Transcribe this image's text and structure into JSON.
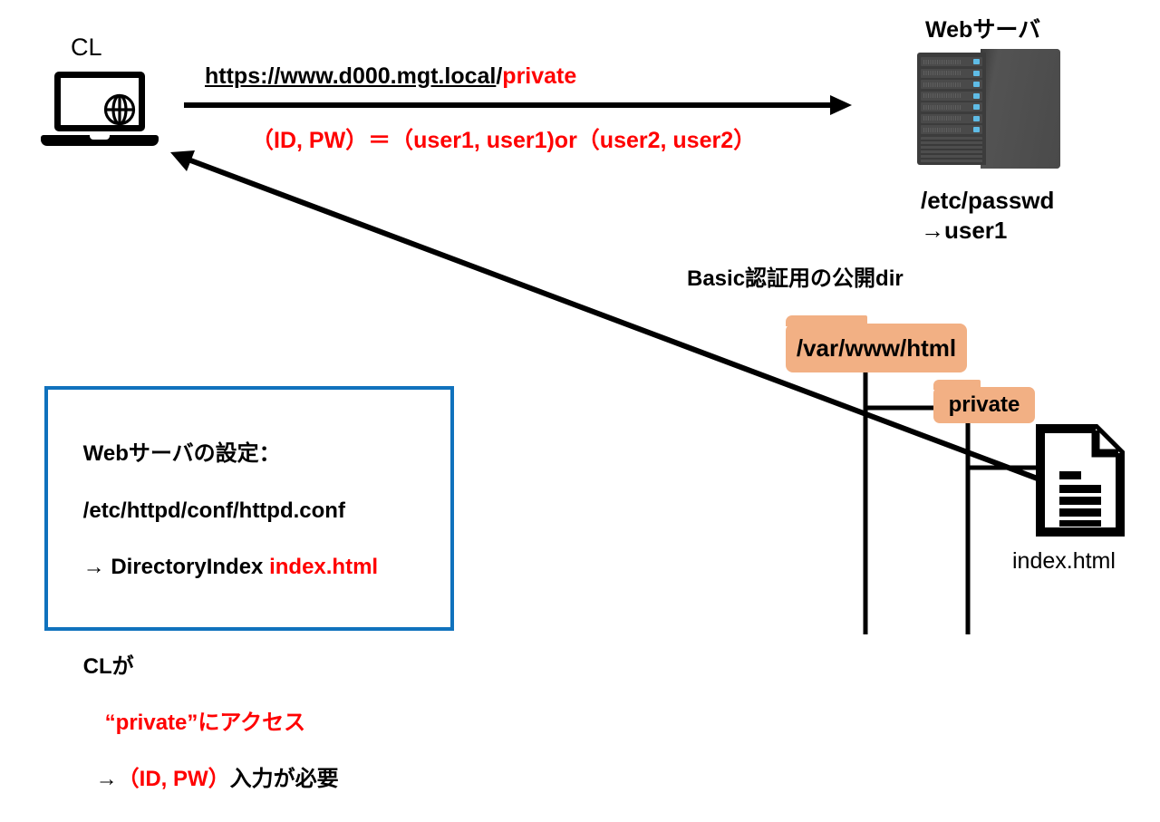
{
  "client": {
    "label": "CL",
    "icon": "laptop-globe-icon"
  },
  "server": {
    "label": "Webサーバ",
    "icon": "server-rack-icon",
    "note_line1": "/etc/passwd",
    "note_line2": "→user1"
  },
  "request": {
    "url_base": "https://www.d000.mgt.local",
    "url_sep": "/",
    "url_path": "private",
    "credentials": "（ID, PW）＝（user1, user1)or（user2, user2）"
  },
  "tree": {
    "caption": "Basic認証用の公開dir",
    "folders": [
      {
        "name": "/var/www/html"
      },
      {
        "name": "private"
      }
    ],
    "file": {
      "name": "index.html",
      "icon": "document-icon"
    }
  },
  "info_box": {
    "line1": "Webサーバの設定：",
    "line2": "/etc/httpd/conf/httpd.conf",
    "line3_prefix": "→ DirectoryIndex ",
    "line3_red": "index.html",
    "line4": "CLが",
    "line5": "“private”にアクセス",
    "line6_arrow": "→",
    "line6_red": "（ID, PW）",
    "line6_rest": "入力が必要"
  },
  "colors": {
    "folder_orange": "#F2B084",
    "accent_blue": "#1072BD",
    "highlight_red": "#FF0000",
    "server_front": "#3C3C3C",
    "server_side": "#4E4E4E",
    "led_blue": "#5FBCE6"
  }
}
